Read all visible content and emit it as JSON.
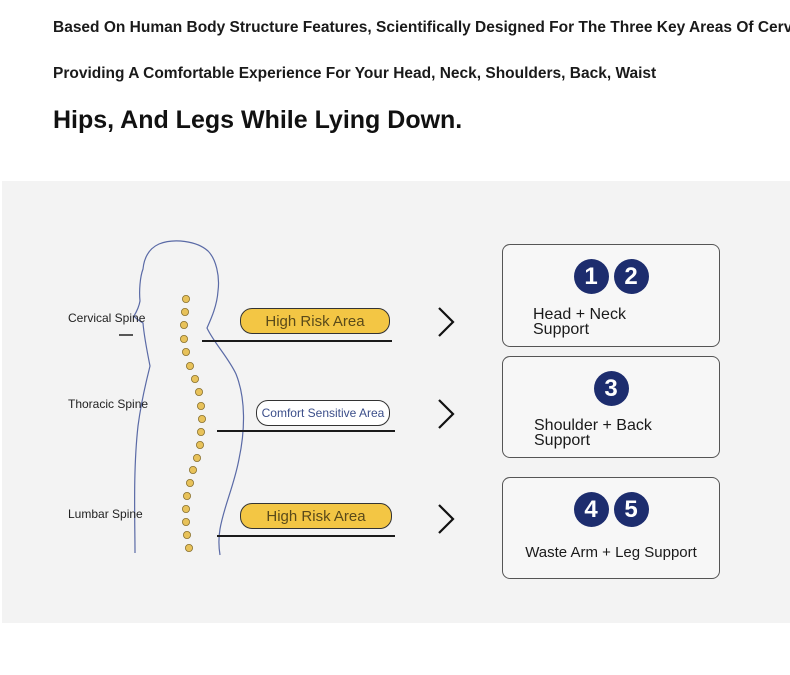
{
  "header": {
    "line1": "Based On Human Body Structure Features, Scientifically Designed For The Three Key Areas Of Cervical,",
    "line2": "Providing A Comfortable Experience For Your Head, Neck, Shoulders, Back, Waist",
    "line3": "Hips, And Legs While Lying Down."
  },
  "spine_labels": [
    "Cervical Spine",
    "Thoracic Spine",
    "Lumbar Spine"
  ],
  "areas": [
    {
      "label": "High Risk Area",
      "style": "high",
      "color": "#f3c644"
    },
    {
      "label": "Comfort Sensitive Area",
      "style": "comfort",
      "color": "#ffffff"
    },
    {
      "label": "High Risk Area",
      "style": "high",
      "color": "#f3c644"
    }
  ],
  "cards": [
    {
      "numbers": [
        "1",
        "2"
      ],
      "title": "Head + Neck",
      "subtitle": "Support"
    },
    {
      "numbers": [
        "3"
      ],
      "title": "Shoulder + Back",
      "subtitle": "Support"
    },
    {
      "numbers": [
        "4",
        "5"
      ],
      "title": "Waste Arm + Leg Support"
    }
  ],
  "colors": {
    "badge": "#1d2d6e",
    "vertebra": "#e8c25a",
    "background": "#f3f3f3"
  }
}
